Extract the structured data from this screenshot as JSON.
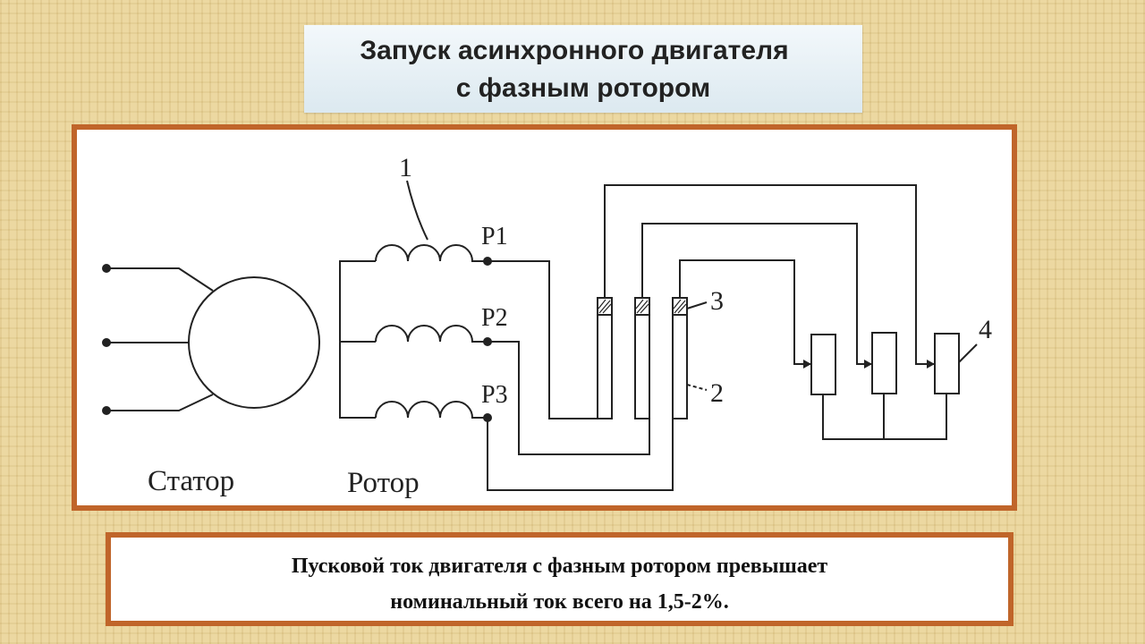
{
  "title": {
    "line1": "Запуск асинхронного двигателя",
    "line2": "с фазным ротором"
  },
  "diagram": {
    "stator_label": "Статор",
    "rotor_label": "Ротор",
    "terminals": [
      "P1",
      "P2",
      "P3"
    ],
    "callouts": [
      "1",
      "2",
      "3",
      "4"
    ]
  },
  "caption": {
    "line1": "Пусковой ток двигателя с фазным ротором превышает",
    "line2": "номинальный ток всего на 1,5-2%."
  },
  "colors": {
    "frame": "#c0652a",
    "background": "#e9d49a",
    "title_box": "#e6f0f5"
  }
}
